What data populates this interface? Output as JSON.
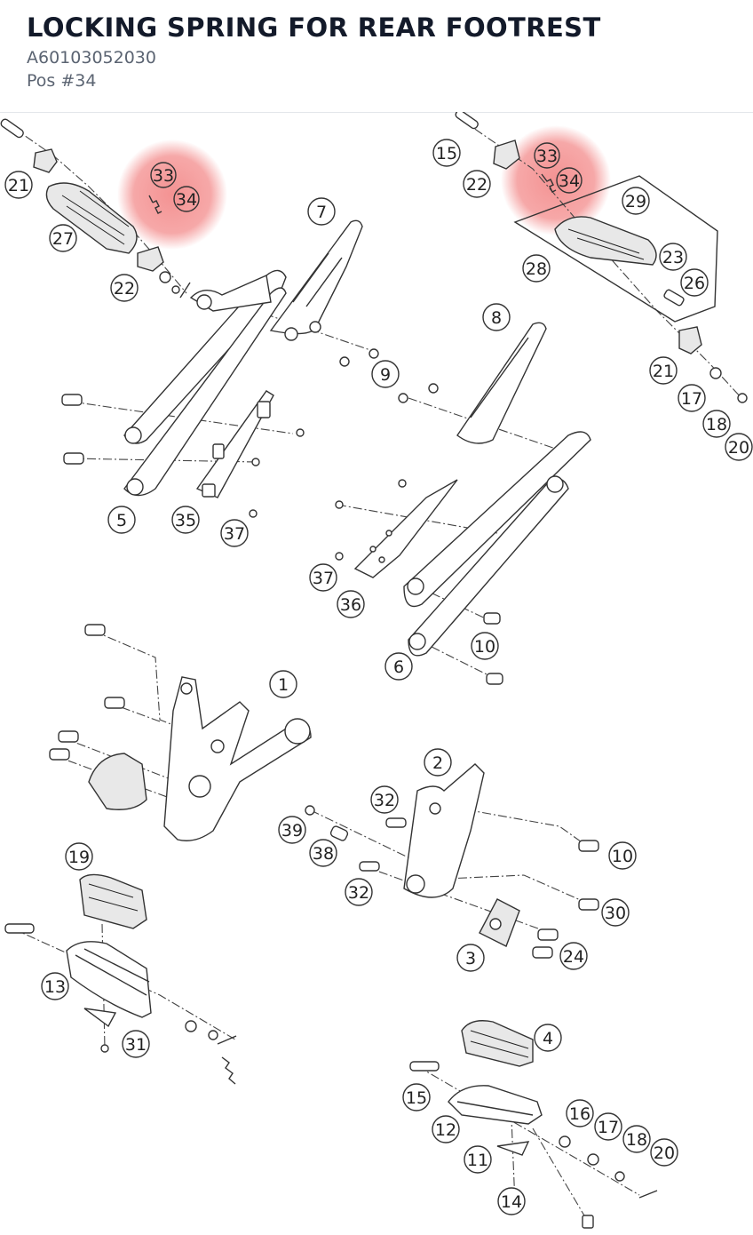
{
  "header": {
    "title": "LOCKING SPRING FOR REAR FOOTREST",
    "part_number": "A60103052030",
    "position": "Pos #34"
  },
  "highlight_color": "#f06e6e",
  "callouts": [
    {
      "id": "c21a",
      "label": "21"
    },
    {
      "id": "c27",
      "label": "27"
    },
    {
      "id": "c22a",
      "label": "22"
    },
    {
      "id": "c33a",
      "label": "33"
    },
    {
      "id": "c34a",
      "label": "34"
    },
    {
      "id": "c7",
      "label": "7"
    },
    {
      "id": "c9",
      "label": "9"
    },
    {
      "id": "c5",
      "label": "5"
    },
    {
      "id": "c35",
      "label": "35"
    },
    {
      "id": "c37a",
      "label": "37"
    },
    {
      "id": "c15a",
      "label": "15"
    },
    {
      "id": "c22b",
      "label": "22"
    },
    {
      "id": "c33b",
      "label": "33"
    },
    {
      "id": "c34b",
      "label": "34"
    },
    {
      "id": "c29",
      "label": "29"
    },
    {
      "id": "c28",
      "label": "28"
    },
    {
      "id": "c23",
      "label": "23"
    },
    {
      "id": "c26",
      "label": "26"
    },
    {
      "id": "c21b",
      "label": "21"
    },
    {
      "id": "c17a",
      "label": "17"
    },
    {
      "id": "c18a",
      "label": "18"
    },
    {
      "id": "c20a",
      "label": "20"
    },
    {
      "id": "c8",
      "label": "8"
    },
    {
      "id": "c37b",
      "label": "37"
    },
    {
      "id": "c36",
      "label": "36"
    },
    {
      "id": "c10a",
      "label": "10"
    },
    {
      "id": "c6",
      "label": "6"
    },
    {
      "id": "c1",
      "label": "1"
    },
    {
      "id": "c2",
      "label": "2"
    },
    {
      "id": "c32a",
      "label": "32"
    },
    {
      "id": "c39",
      "label": "39"
    },
    {
      "id": "c38",
      "label": "38"
    },
    {
      "id": "c32b",
      "label": "32"
    },
    {
      "id": "c10b",
      "label": "10"
    },
    {
      "id": "c30",
      "label": "30"
    },
    {
      "id": "c3",
      "label": "3"
    },
    {
      "id": "c24",
      "label": "24"
    },
    {
      "id": "c19",
      "label": "19"
    },
    {
      "id": "c13",
      "label": "13"
    },
    {
      "id": "c31",
      "label": "31"
    },
    {
      "id": "c4",
      "label": "4"
    },
    {
      "id": "c15b",
      "label": "15"
    },
    {
      "id": "c12",
      "label": "12"
    },
    {
      "id": "c16",
      "label": "16"
    },
    {
      "id": "c17b",
      "label": "17"
    },
    {
      "id": "c18b",
      "label": "18"
    },
    {
      "id": "c20b",
      "label": "20"
    },
    {
      "id": "c11",
      "label": "11"
    },
    {
      "id": "c14",
      "label": "14"
    }
  ]
}
